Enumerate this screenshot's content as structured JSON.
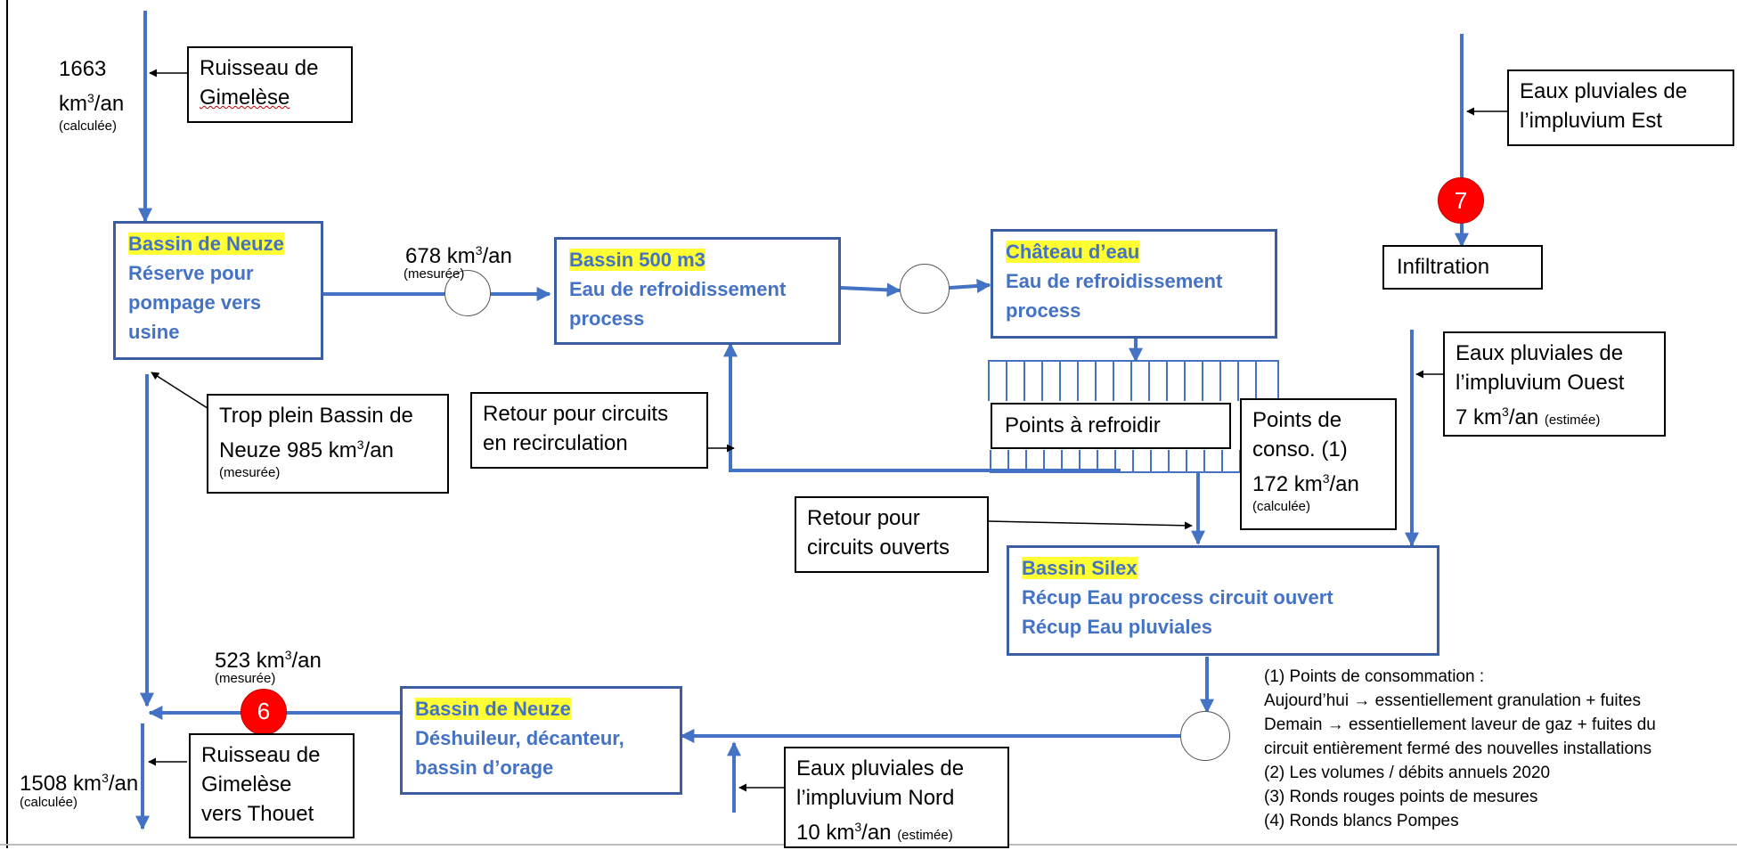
{
  "colors": {
    "flow": "#4472c4",
    "box_border_blue": "#3b5ea3",
    "highlight": "#ffff33",
    "measure": "#ff0000"
  },
  "flows": {
    "ruisseau_in": {
      "value": "1663",
      "unit_prefix": "km",
      "unit_sup": "3",
      "unit_suffix": "/an",
      "note": "(calculée)"
    },
    "pompage": {
      "value": "678 km",
      "sup": "3",
      "suffix": "/an",
      "note": "(mesurée)"
    },
    "trop_plein": {
      "line1": "Trop plein Bassin de",
      "line2a": "Neuze 985 km",
      "sup": "3",
      "line2b": "/an",
      "note": "(mesurée)"
    },
    "vers_ruisseau": {
      "value": "523 km",
      "sup": "3",
      "suffix": "/an",
      "note": "(mesurée)"
    },
    "ruisseau_out": {
      "value": "1508 km",
      "sup": "3",
      "suffix": "/an",
      "note": "(calculée)"
    },
    "conso": {
      "line1": "Points de",
      "line2": "conso. (1)",
      "line3a": "172 km",
      "sup": "3",
      "line3b": "/an",
      "note": "(calculée)"
    }
  },
  "boxes": {
    "ruisseau_gimelese": {
      "line1": "Ruisseau de",
      "line2": "Gimelèse"
    },
    "bassin_neuze_top": {
      "title": "Bassin de Neuze",
      "line1": "Réserve pour",
      "line2": "pompage vers",
      "line3": "usine"
    },
    "bassin_500": {
      "title": "Bassin 500 m3",
      "line1": "Eau de refroidissement",
      "line2": "process"
    },
    "chateau_eau": {
      "title": "Château d’eau",
      "line1": "Eau de refroidissement",
      "line2": "process"
    },
    "eaux_est": {
      "line1": "Eaux pluviales de",
      "line2": "l’impluvium Est"
    },
    "infiltration": {
      "label": "Infiltration"
    },
    "eaux_ouest": {
      "line1": "Eaux pluviales de",
      "line2": "l’impluvium Ouest",
      "line3a": "7 km",
      "sup": "3",
      "line3b": "/an ",
      "note": "(estimée)"
    },
    "retour_recirc": {
      "line1": "Retour pour circuits",
      "line2": "en recirculation"
    },
    "points_refroidir": {
      "label": "Points à refroidir"
    },
    "retour_ouverts": {
      "line1": "Retour pour",
      "line2": "circuits ouverts"
    },
    "bassin_silex": {
      "title": "Bassin Silex",
      "line1": "Récup Eau process circuit ouvert",
      "line2": "Récup Eau pluviales"
    },
    "bassin_neuze_bottom": {
      "title": "Bassin de Neuze",
      "line1": "Déshuileur, décanteur,",
      "line2": "bassin d’orage"
    },
    "ruisseau_thouet": {
      "line1": "Ruisseau de",
      "line2": "Gimelèse",
      "line3": "vers Thouet"
    },
    "eaux_nord": {
      "line1": "Eaux pluviales de",
      "line2": "l’impluvium Nord",
      "line3a": "10 km",
      "sup": "3",
      "line3b": "/an ",
      "note": "(estimée)"
    }
  },
  "measure_points": {
    "p6": "6",
    "p7": "7"
  },
  "notes": {
    "n1": "(1)  Points de consommation :",
    "n2": "Aujourd’hui → essentiellement granulation + fuites",
    "n3": "Demain → essentiellement laveur de gaz + fuites du",
    "n4": "circuit entièrement fermé des nouvelles installations",
    "n5": "(2) Les volumes / débits annuels 2020",
    "n6": "(3) Ronds rouges points de mesures",
    "n7": "(4) Ronds blancs Pompes"
  }
}
